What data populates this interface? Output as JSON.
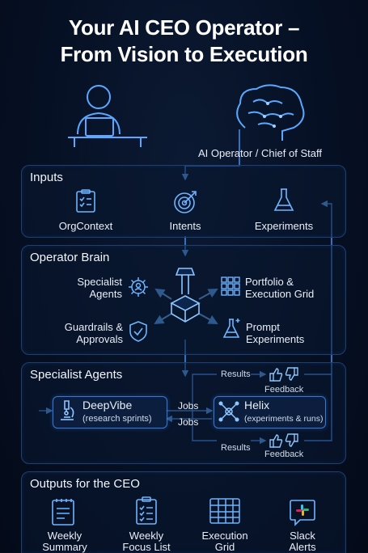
{
  "title": {
    "line1": "Your AI CEO Operator –",
    "line2": "From Vision to Execution"
  },
  "header": {
    "operator_label": "AI Operator / Chief of Staff"
  },
  "inputs": {
    "title": "Inputs",
    "items": [
      "OrgContext",
      "Intents",
      "Experiments"
    ]
  },
  "operator_brain": {
    "title": "Operator Brain",
    "specialist_agents": [
      "Specialist",
      "Agents"
    ],
    "portfolio": [
      "Portfolio &",
      "Execution Grid"
    ],
    "guardrails": [
      "Guardrails &",
      "Approvals"
    ],
    "prompt_experiments": [
      "Prompt",
      "Experiments"
    ]
  },
  "specialist_agents": {
    "title": "Specialist Agents",
    "deepvibe": {
      "name": "DeepVibe",
      "sub": "(research sprints)"
    },
    "helix": {
      "name": "Helix",
      "sub": "(experiments & runs)"
    },
    "jobs_top": "Jobs",
    "jobs_bottom": "Jobs",
    "results_top": "Results",
    "results_bottom": "Results",
    "feedback_top": "Feedback",
    "feedback_bottom": "Feedback"
  },
  "outputs": {
    "title": "Outputs for the CEO",
    "items": [
      [
        "Weekly",
        "Summary"
      ],
      [
        "Weekly",
        "Focus List"
      ],
      [
        "Execution",
        "Grid"
      ],
      [
        "Slack",
        "Alerts"
      ]
    ]
  },
  "colors": {
    "accent": "#3d8bff",
    "glow": "#5aa8ff",
    "bg": "#061024"
  }
}
